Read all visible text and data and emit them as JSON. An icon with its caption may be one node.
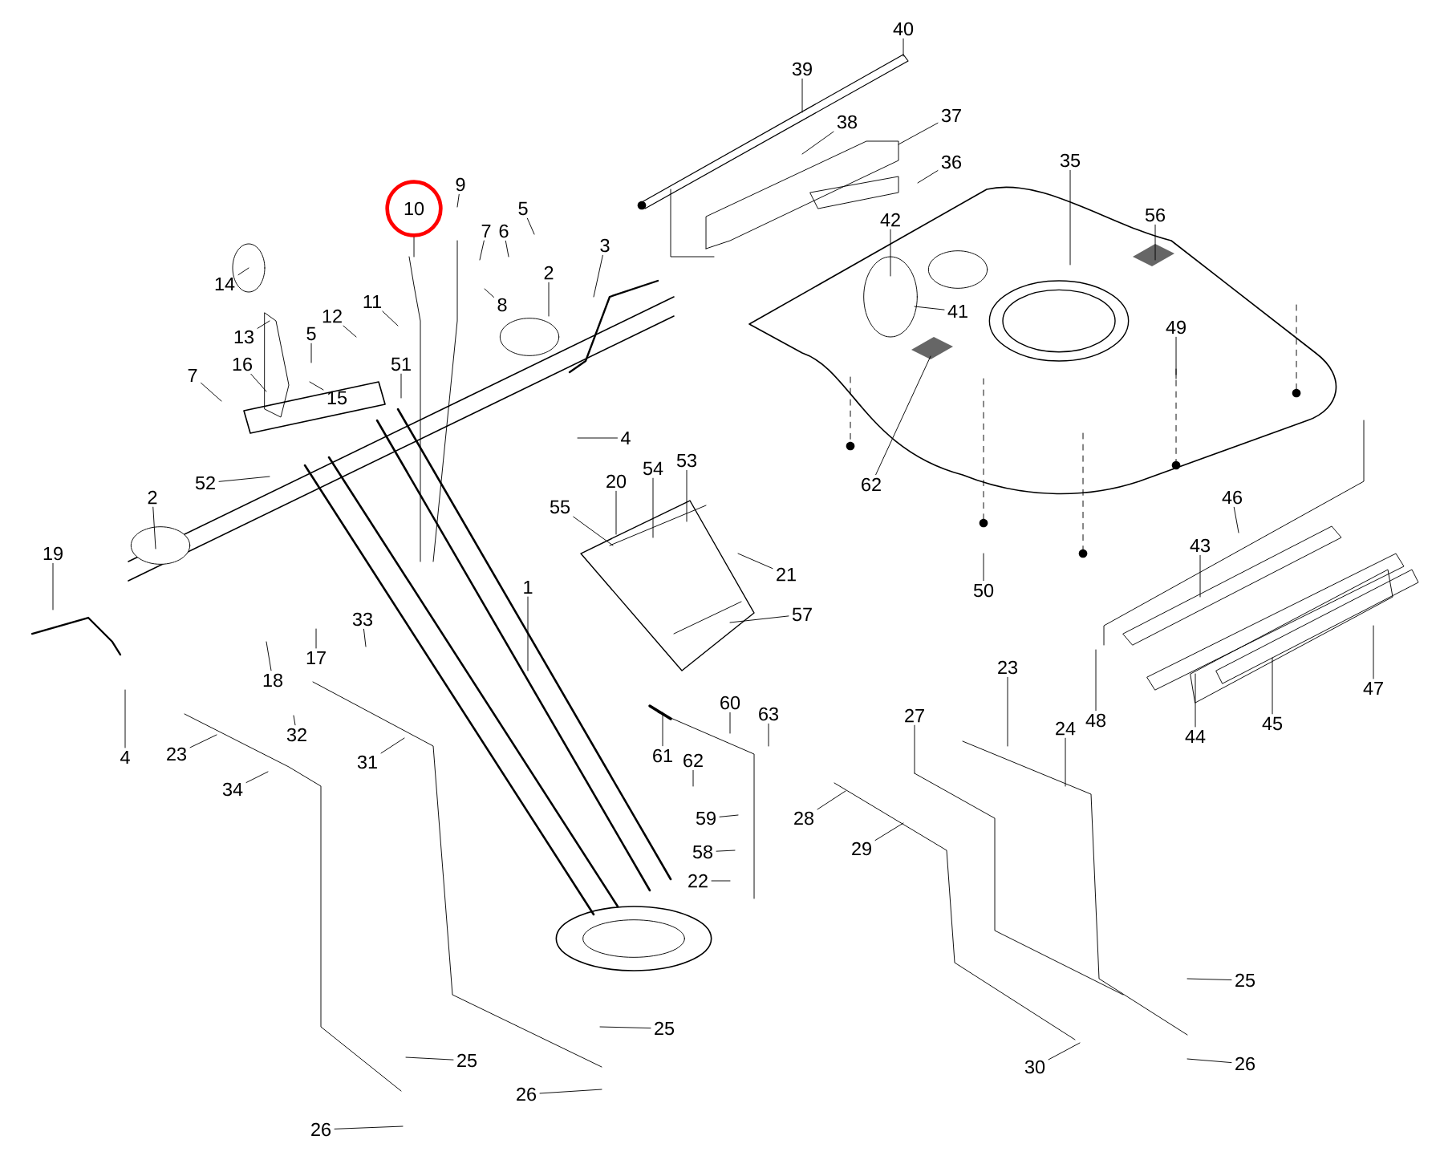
{
  "diagram": {
    "nodes": [
      {
        "text": [
          "10"
        ]
      },
      {
        "text": [
          "9"
        ]
      },
      {
        "text": [
          "7"
        ]
      },
      {
        "text": [
          "6"
        ]
      },
      {
        "text": [
          "5"
        ]
      },
      {
        "text": [
          "8"
        ]
      },
      {
        "text": [
          "14"
        ]
      },
      {
        "text": [
          "13"
        ]
      },
      {
        "text": [
          "12"
        ]
      },
      {
        "text": [
          "11"
        ]
      },
      {
        "text": [
          "5"
        ]
      },
      {
        "text": [
          "16"
        ]
      },
      {
        "text": [
          "7"
        ]
      },
      {
        "text": [
          "15"
        ]
      },
      {
        "text": [
          "51"
        ]
      },
      {
        "text": [
          "2"
        ]
      },
      {
        "text": [
          "3"
        ]
      },
      {
        "text": [
          "4"
        ]
      },
      {
        "text": [
          "52"
        ]
      },
      {
        "text": [
          "2"
        ]
      },
      {
        "text": [
          "55"
        ]
      },
      {
        "text": [
          "20"
        ]
      },
      {
        "text": [
          "54"
        ]
      },
      {
        "text": [
          "53"
        ]
      },
      {
        "text": [
          "21"
        ]
      },
      {
        "text": [
          "57"
        ]
      },
      {
        "text": [
          "19"
        ]
      },
      {
        "text": [
          "1"
        ]
      },
      {
        "text": [
          "33"
        ]
      },
      {
        "text": [
          "17"
        ]
      },
      {
        "text": [
          "18"
        ]
      },
      {
        "text": [
          "32"
        ]
      },
      {
        "text": [
          "4"
        ]
      },
      {
        "text": [
          "23"
        ]
      },
      {
        "text": [
          "34"
        ]
      },
      {
        "text": [
          "31"
        ]
      },
      {
        "text": [
          "61"
        ]
      },
      {
        "text": [
          "60"
        ]
      },
      {
        "text": [
          "63"
        ]
      },
      {
        "text": [
          "62"
        ]
      },
      {
        "text": [
          "59"
        ]
      },
      {
        "text": [
          "58"
        ]
      },
      {
        "text": [
          "22"
        ]
      },
      {
        "text": [
          "25"
        ]
      },
      {
        "text": [
          "26"
        ]
      },
      {
        "text": [
          "25"
        ]
      },
      {
        "text": [
          "26"
        ]
      },
      {
        "text": [
          "28"
        ]
      },
      {
        "text": [
          "29"
        ]
      },
      {
        "text": [
          "27"
        ]
      },
      {
        "text": [
          "23"
        ]
      },
      {
        "text": [
          "24"
        ]
      },
      {
        "text": [
          "30"
        ]
      },
      {
        "text": [
          "25"
        ]
      },
      {
        "text": [
          "26"
        ]
      },
      {
        "text": [
          "40"
        ]
      },
      {
        "text": [
          "39"
        ]
      },
      {
        "text": [
          "38"
        ]
      },
      {
        "text": [
          "37"
        ]
      },
      {
        "text": [
          "36"
        ]
      },
      {
        "text": [
          "35"
        ]
      },
      {
        "text": [
          "42"
        ]
      },
      {
        "text": [
          "41"
        ]
      },
      {
        "text": [
          "56"
        ]
      },
      {
        "text": [
          "49"
        ]
      },
      {
        "text": [
          "62"
        ]
      },
      {
        "text": [
          "50"
        ]
      },
      {
        "text": [
          "46"
        ]
      },
      {
        "text": [
          "43"
        ]
      },
      {
        "text": [
          "48"
        ]
      },
      {
        "text": [
          "44"
        ]
      },
      {
        "text": [
          "45"
        ]
      },
      {
        "text": [
          "47"
        ]
      }
    ],
    "edges": [
      {
        "from": 0,
        "to": null,
        "arrow": "none"
      },
      {
        "from": 1,
        "to": null,
        "arrow": "none"
      },
      {
        "from": 2,
        "to": null,
        "arrow": "none"
      },
      {
        "from": 3,
        "to": null,
        "arrow": "none"
      },
      {
        "from": 4,
        "to": null,
        "arrow": "none"
      },
      {
        "from": 5,
        "to": null,
        "arrow": "none"
      },
      {
        "from": 6,
        "to": null,
        "arrow": "none"
      },
      {
        "from": 7,
        "to": null,
        "arrow": "none"
      },
      {
        "from": 8,
        "to": null,
        "arrow": "none"
      },
      {
        "from": 9,
        "to": null,
        "arrow": "none"
      },
      {
        "from": 10,
        "to": null,
        "arrow": "none"
      },
      {
        "from": 11,
        "to": null,
        "arrow": "none"
      },
      {
        "from": 12,
        "to": null,
        "arrow": "none"
      },
      {
        "from": 13,
        "to": null,
        "arrow": "none"
      },
      {
        "from": 14,
        "to": null,
        "arrow": "none"
      },
      {
        "from": 15,
        "to": null,
        "arrow": "none"
      },
      {
        "from": 16,
        "to": null,
        "arrow": "none"
      },
      {
        "from": 17,
        "to": null,
        "arrow": "none"
      },
      {
        "from": 18,
        "to": null,
        "arrow": "none"
      },
      {
        "from": 19,
        "to": null,
        "arrow": "none"
      },
      {
        "from": 20,
        "to": null,
        "arrow": "none"
      },
      {
        "from": 21,
        "to": null,
        "arrow": "none"
      },
      {
        "from": 22,
        "to": null,
        "arrow": "none"
      },
      {
        "from": 23,
        "to": null,
        "arrow": "none"
      },
      {
        "from": 24,
        "to": null,
        "arrow": "none"
      },
      {
        "from": 25,
        "to": null,
        "arrow": "none"
      },
      {
        "from": 26,
        "to": null,
        "arrow": "none"
      },
      {
        "from": 27,
        "to": null,
        "arrow": "none"
      },
      {
        "from": 28,
        "to": null,
        "arrow": "none"
      },
      {
        "from": 29,
        "to": null,
        "arrow": "none"
      },
      {
        "from": 30,
        "to": null,
        "arrow": "none"
      },
      {
        "from": 31,
        "to": null,
        "arrow": "none"
      },
      {
        "from": 32,
        "to": null,
        "arrow": "none"
      },
      {
        "from": 33,
        "to": null,
        "arrow": "none"
      },
      {
        "from": 34,
        "to": null,
        "arrow": "none"
      },
      {
        "from": 35,
        "to": null,
        "arrow": "none"
      },
      {
        "from": 36,
        "to": null,
        "arrow": "none"
      },
      {
        "from": 37,
        "to": null,
        "arrow": "none"
      },
      {
        "from": 38,
        "to": null,
        "arrow": "none"
      },
      {
        "from": 39,
        "to": null,
        "arrow": "none"
      },
      {
        "from": 40,
        "to": null,
        "arrow": "none"
      },
      {
        "from": 41,
        "to": null,
        "arrow": "none"
      },
      {
        "from": 42,
        "to": null,
        "arrow": "none"
      },
      {
        "from": 43,
        "to": null,
        "arrow": "none"
      },
      {
        "from": 44,
        "to": null,
        "arrow": "none"
      },
      {
        "from": 45,
        "to": null,
        "arrow": "none"
      },
      {
        "from": 46,
        "to": null,
        "arrow": "none"
      },
      {
        "from": 47,
        "to": null,
        "arrow": "none"
      },
      {
        "from": 48,
        "to": null,
        "arrow": "none"
      },
      {
        "from": 49,
        "to": null,
        "arrow": "none"
      },
      {
        "from": 50,
        "to": null,
        "arrow": "none"
      },
      {
        "from": 51,
        "to": null,
        "arrow": "none"
      },
      {
        "from": 52,
        "to": null,
        "arrow": "none"
      },
      {
        "from": 53,
        "to": null,
        "arrow": "none"
      },
      {
        "from": 54,
        "to": null,
        "arrow": "none"
      },
      {
        "from": 55,
        "to": null,
        "arrow": "none"
      },
      {
        "from": 56,
        "to": null,
        "arrow": "none"
      },
      {
        "from": 57,
        "to": null,
        "arrow": "none"
      },
      {
        "from": 58,
        "to": null,
        "arrow": "none"
      },
      {
        "from": 59,
        "to": null,
        "arrow": "none"
      },
      {
        "from": 60,
        "to": null,
        "arrow": "none"
      },
      {
        "from": 61,
        "to": null,
        "arrow": "none"
      },
      {
        "from": 62,
        "to": null,
        "arrow": "none"
      },
      {
        "from": 63,
        "to": null,
        "arrow": "none"
      },
      {
        "from": 64,
        "to": null,
        "arrow": "none"
      },
      {
        "from": 65,
        "to": null,
        "arrow": "none"
      },
      {
        "from": 66,
        "to": null,
        "arrow": "none"
      },
      {
        "from": 67,
        "to": null,
        "arrow": "none"
      },
      {
        "from": 68,
        "to": null,
        "arrow": "none"
      },
      {
        "from": 69,
        "to": null,
        "arrow": "none"
      },
      {
        "from": 70,
        "to": null,
        "arrow": "none"
      },
      {
        "from": 71,
        "to": null,
        "arrow": "none"
      },
      {
        "from": 72,
        "to": null,
        "arrow": "none"
      }
    ]
  }
}
